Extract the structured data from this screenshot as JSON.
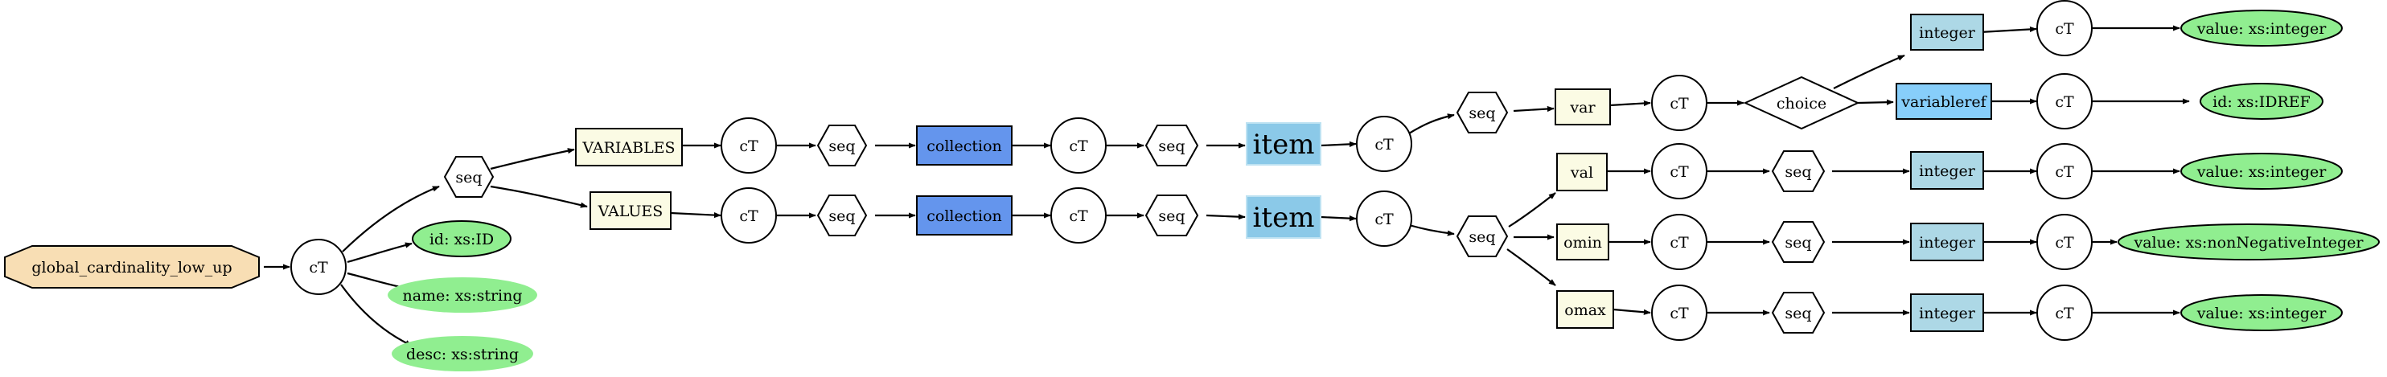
{
  "colors": {
    "root": "#f8deb4",
    "element": "#fbfbe4",
    "collection": "#6495ed",
    "item": "#8bc9e8",
    "type_box": "#add8e6",
    "variableref": "#87cefa",
    "attribute": "#90ee90",
    "white": "#ffffff",
    "edge": "#000000"
  },
  "nodes": {
    "root": "global_cardinality_low_up",
    "ct_root": "cT",
    "seq_root": "seq",
    "attr_id": "id: xs:ID",
    "attr_name": "name: xs:string",
    "attr_desc": "desc: xs:string",
    "variables": "VARIABLES",
    "values": "VALUES",
    "ct_variables": "cT",
    "ct_values": "cT",
    "seq_variables": "seq",
    "seq_values": "seq",
    "collection_variables": "collection",
    "collection_values": "collection",
    "ct_collection_variables": "cT",
    "ct_collection_values": "cT",
    "seq_collection_variables": "seq",
    "seq_collection_values": "seq",
    "item_variables": "item",
    "item_values": "item",
    "ct_item_variables": "cT",
    "ct_item_values": "cT",
    "seq_item_variables": "seq",
    "seq_item_values": "seq",
    "var": "var",
    "ct_var": "cT",
    "choice": "choice",
    "integer_choice": "integer",
    "ct_integer_choice": "cT",
    "value_integer_choice": "value: xs:integer",
    "variableref": "variableref",
    "ct_variableref": "cT",
    "id_idref": "id: xs:IDREF",
    "val": "val",
    "ct_val": "cT",
    "seq_val": "seq",
    "integer_val": "integer",
    "ct_integer_val": "cT",
    "value_integer_val": "value: xs:integer",
    "omin": "omin",
    "ct_omin": "cT",
    "seq_omin": "seq",
    "integer_omin": "integer",
    "ct_integer_omin": "cT",
    "value_nonneg_omin": "value: xs:nonNegativeInteger",
    "omax": "omax",
    "ct_omax": "cT",
    "seq_omax": "seq",
    "integer_omax": "integer",
    "ct_integer_omax": "cT",
    "value_integer_omax": "value: xs:integer"
  }
}
